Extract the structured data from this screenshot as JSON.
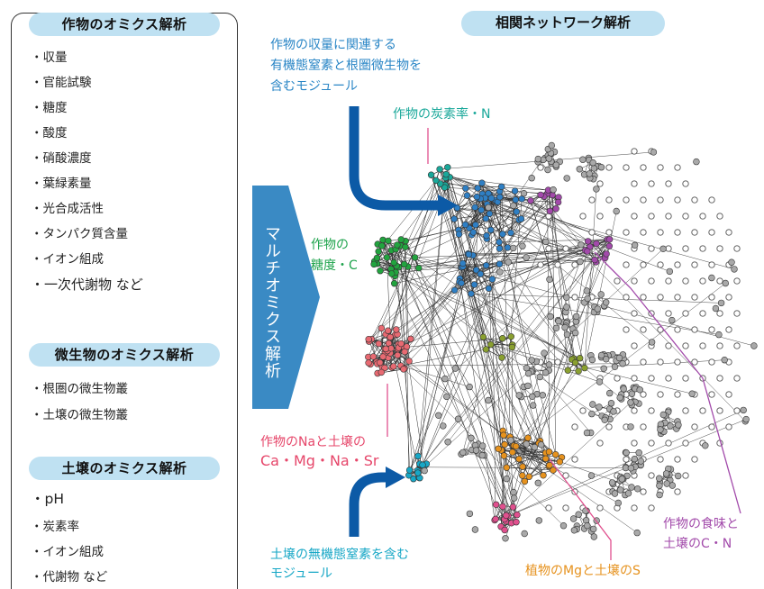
{
  "left_panel": {
    "sections": [
      {
        "title": "作物のオミクス解析",
        "items": [
          "・収量",
          "・官能試験",
          "・糖度",
          "・酸度",
          "・硝酸濃度",
          "・葉緑素量",
          "・光合成活性",
          "・タンパク質含量",
          "・イオン組成",
          "・一次代謝物 など"
        ]
      },
      {
        "title": "微生物のオミクス解析",
        "items": [
          "・根圏の微生物叢",
          "・土壌の微生物叢"
        ]
      },
      {
        "title": "土壌のオミクス解析",
        "items": [
          "・pH",
          "・炭素率",
          "・イオン組成",
          "・代謝物 など"
        ]
      }
    ]
  },
  "arrow_label": "マルチオミクス解析",
  "network_title": "相関ネットワーク解析",
  "annotations": {
    "crop_yield_module": [
      "作物の収量に関連する",
      "有機態窒素と根圏微生物を",
      "含むモジュール"
    ],
    "crop_cn": "作物の炭素率・N",
    "crop_sugar": [
      "作物の",
      "糖度・C"
    ],
    "crop_na": [
      "作物のNaと土壌の",
      "Ca・Mg・Na・Sr"
    ],
    "soil_inorganic": [
      "土壌の無機態窒素を含む",
      "モジュール"
    ],
    "plant_mg": "植物のMgと土壌のS",
    "crop_taste": [
      "作物の食味と",
      "土壌のC・N"
    ]
  },
  "colors": {
    "pill_bg": "#bfe1f2",
    "arrow_blue": "#3a8ac4",
    "thick_arrow": "#0c5aa6",
    "blue_nodes": "#2f7fc4",
    "teal_nodes": "#1aa89a",
    "green_nodes": "#22a43f",
    "red_nodes": "#e86a72",
    "purple_nodes": "#a24aaa",
    "orange_nodes": "#e6921e",
    "cyan_nodes": "#17a7c6",
    "pink_nodes": "#e0508e",
    "olive_nodes": "#8aa030",
    "gray_nodes": "#a9a9a9"
  }
}
